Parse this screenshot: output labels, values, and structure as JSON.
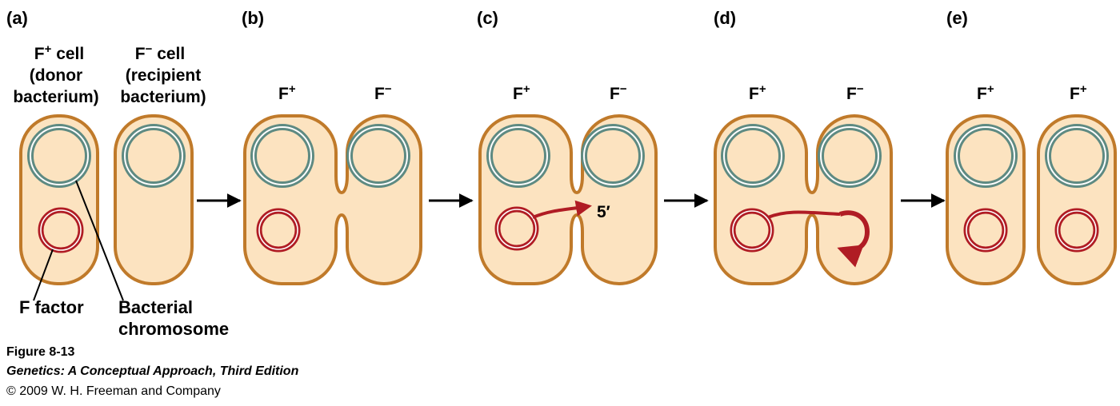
{
  "panels": [
    {
      "label": "(a)"
    },
    {
      "label": "(b)"
    },
    {
      "label": "(c)"
    },
    {
      "label": "(d)"
    },
    {
      "label": "(e)"
    }
  ],
  "panel_a": {
    "donor_line1": "F",
    "donor_sup": "+",
    "donor_line1_rest": " cell",
    "donor_line2": "(donor",
    "donor_line3": "bacterium)",
    "recipient_line1": "F",
    "recipient_sup": "−",
    "recipient_line1_rest": " cell",
    "recipient_line2": "(recipient",
    "recipient_line3": "bacterium)"
  },
  "cell_labels": {
    "b_left": {
      "base": "F",
      "sup": "+"
    },
    "b_right": {
      "base": "F",
      "sup": "−"
    },
    "c_left": {
      "base": "F",
      "sup": "+"
    },
    "c_right": {
      "base": "F",
      "sup": "−"
    },
    "d_left": {
      "base": "F",
      "sup": "+"
    },
    "d_right": {
      "base": "F",
      "sup": "−"
    },
    "e_left": {
      "base": "F",
      "sup": "+"
    },
    "e_right": {
      "base": "F",
      "sup": "+"
    }
  },
  "callouts": {
    "f_factor": "F factor",
    "bacterial_line1": "Bacterial",
    "bacterial_line2": "chromosome"
  },
  "end_label": "5′",
  "caption": {
    "figure": "Figure 8-13",
    "book": "Genetics: A Conceptual Approach, Third Edition",
    "copyright": "© 2009 W. H. Freeman and Company"
  },
  "colors": {
    "cytoplasm": "#fce3c0",
    "membrane": "#c07a2a",
    "chromosome": "#5e8a82",
    "plasmid": "#b01c24"
  }
}
